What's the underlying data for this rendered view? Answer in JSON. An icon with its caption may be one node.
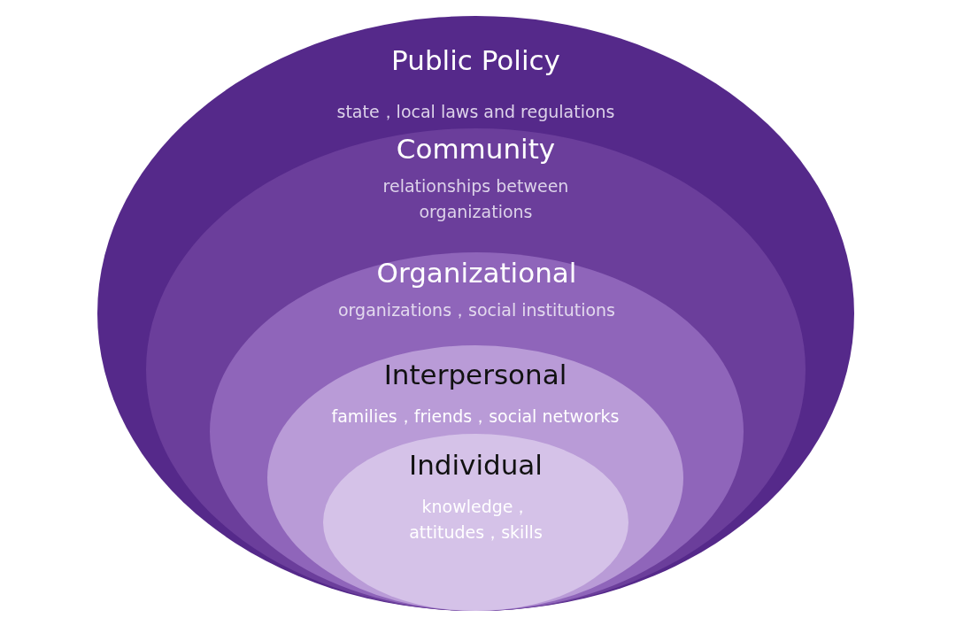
{
  "diagram": {
    "nodes": [
      {
        "text": [
          "Public Policy",
          "state，local laws and regulations"
        ]
      },
      {
        "text": [
          "Community",
          "relationships between organizations"
        ],
        "in": 0
      },
      {
        "text": [
          "Organizational",
          "organizations，social institutions"
        ],
        "in": 1
      },
      {
        "text": [
          "Interpersonal",
          "families，friends，social networks"
        ],
        "in": 2
      },
      {
        "text": [
          "Individual",
          "knowledge，attitudes，skills"
        ],
        "in": 3
      }
    ]
  }
}
